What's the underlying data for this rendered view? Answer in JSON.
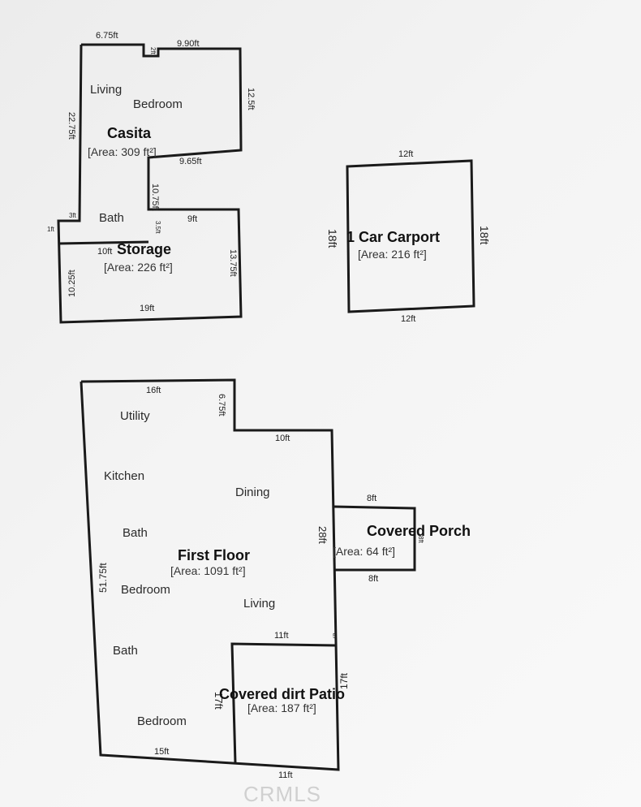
{
  "casita": {
    "title": "Casita",
    "area": "[Area: 309 ft²]",
    "rooms": {
      "living": "Living",
      "bedroom": "Bedroom",
      "bath": "Bath"
    },
    "dims": {
      "top_left": "6.75ft",
      "step": "2ft",
      "top_right": "9.90ft",
      "right": "12.5ft",
      "left": "22.75ft",
      "inner": "9.65ft",
      "mid": "10.75ft",
      "small_a": "3ft",
      "small_b": "1ft"
    }
  },
  "storage": {
    "title": "Storage",
    "area": "[Area: 226 ft²]",
    "dims": {
      "top_left": "10ft",
      "top_small": "3.5ft",
      "top_right": "9ft",
      "right": "13.75ft",
      "left": "10.25ft",
      "bottom": "19ft"
    }
  },
  "carport": {
    "title": "1 Car Carport",
    "area": "[Area: 216 ft²]",
    "dims": {
      "top": "12ft",
      "bottom": "12ft",
      "left": "18ft",
      "right": "18ft"
    }
  },
  "first_floor": {
    "title": "First Floor",
    "area": "[Area: 1091 ft²]",
    "rooms": {
      "utility": "Utility",
      "kitchen": "Kitchen",
      "dining": "Dining",
      "bath1": "Bath",
      "bedroom1": "Bedroom",
      "living": "Living",
      "bath2": "Bath",
      "bedroom2": "Bedroom"
    },
    "dims": {
      "top": "16ft",
      "notch": "6.75ft",
      "top_right": "10ft",
      "right": "28ft",
      "left": "51.75ft",
      "bottom": "15ft",
      "corner": "5"
    }
  },
  "porch": {
    "title": "Covered Porch",
    "area": "[Area: 64 ft²]",
    "dims": {
      "top": "8ft",
      "bottom": "8ft",
      "side": "8ft"
    }
  },
  "patio": {
    "title": "Covered dirt Patio",
    "area": "[Area: 187 ft²]",
    "dims": {
      "top": "11ft",
      "bottom": "11ft",
      "left": "17ft",
      "right": "17ft"
    }
  },
  "watermark": "CRMLS"
}
